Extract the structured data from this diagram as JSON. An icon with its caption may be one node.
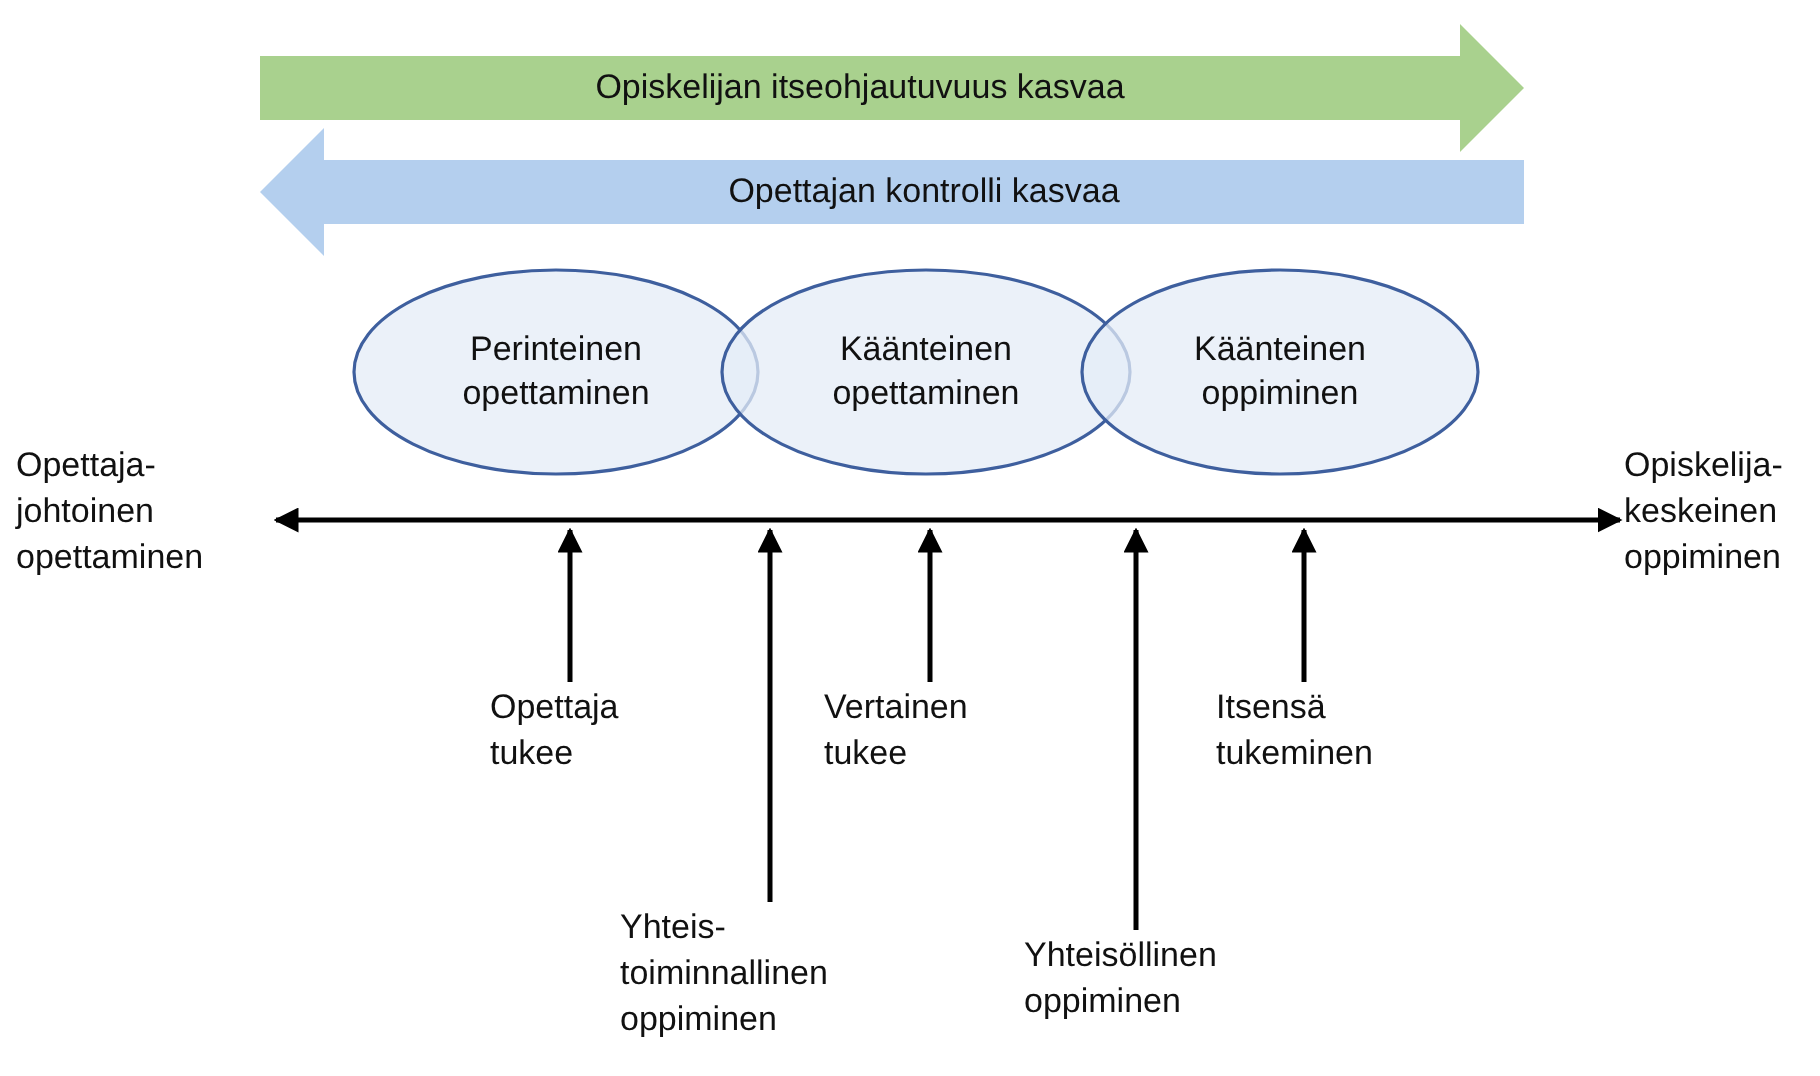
{
  "diagram": {
    "nodes": [
      {
        "text": [
          "Opiskelijan itseohjautuvuus kasvaa"
        ]
      },
      {
        "text": [
          "Opettajan kontrolli kasvaa"
        ]
      },
      {
        "text": [
          "Perinteinen opettaminen"
        ]
      },
      {
        "text": [
          "Käänteinen opettaminen"
        ]
      },
      {
        "text": [
          "Käänteinen oppiminen"
        ]
      },
      {
        "text": [
          "Opettaja- johtoinen opettaminen"
        ]
      },
      {
        "text": [
          "Opiskelija- keskeinen oppiminen"
        ]
      },
      {
        "text": [
          "Opettaja tukee"
        ]
      },
      {
        "text": [
          "Yhteis- toiminnallinen oppiminen"
        ]
      },
      {
        "text": [
          "Vertainen tukee"
        ]
      },
      {
        "text": [
          "Yhteisöllinen oppiminen"
        ]
      },
      {
        "text": [
          "Itsensä tukeminen"
        ]
      }
    ],
    "edges": [
      {
        "from": 5,
        "to": 6,
        "arrow": "both"
      },
      {
        "from": 7,
        "to": 2,
        "arrow": "to"
      },
      {
        "from": 8,
        "to": null,
        "arrow": "to"
      },
      {
        "from": 9,
        "to": 3,
        "arrow": "to"
      },
      {
        "from": 10,
        "to": null,
        "arrow": "to"
      },
      {
        "from": 11,
        "to": 4,
        "arrow": "to"
      }
    ]
  }
}
